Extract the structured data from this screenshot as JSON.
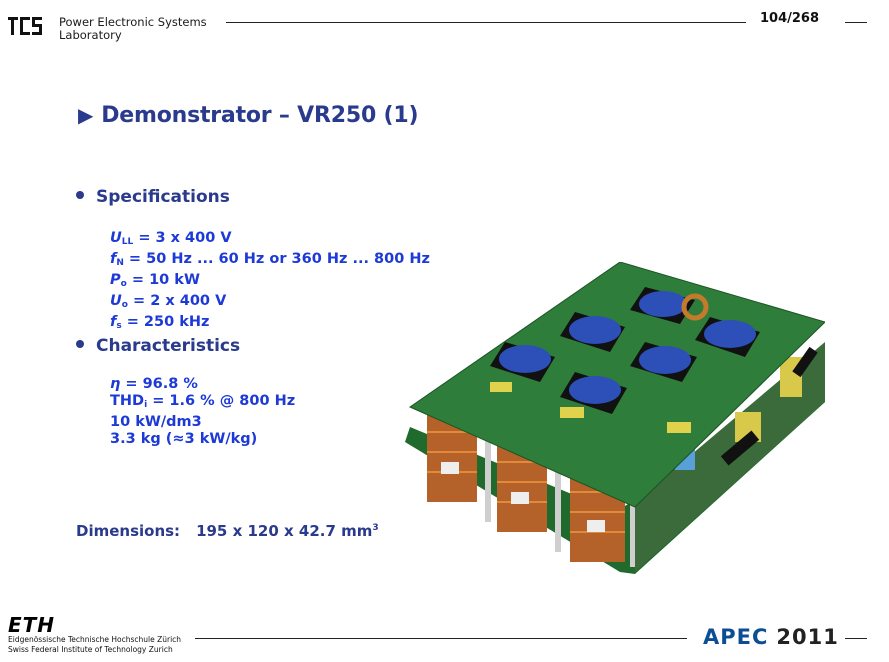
{
  "header": {
    "lab_line1": "Power Electronic Systems",
    "lab_line2": "Laboratory",
    "page_number": "104/268"
  },
  "title": "Demonstrator – VR250 (1)",
  "specifications": {
    "heading": "Specifications",
    "items": [
      {
        "sym": "U",
        "sub": "LL",
        "text": " = 3 x 400 V"
      },
      {
        "sym": "f",
        "sub": "N",
        "text": " =  50 Hz ... 60 Hz or 360 Hz ... 800 Hz"
      },
      {
        "sym": "P",
        "sub": "o",
        "text": " = 10 kW"
      },
      {
        "sym": "U",
        "sub": "o",
        "text": " = 2 x 400 V"
      },
      {
        "sym": "f",
        "sub": "s",
        "text": " = 250 kHz"
      }
    ]
  },
  "characteristics": {
    "heading": "Characteristics",
    "items": [
      {
        "sym": "η",
        "sub": "",
        "text": " = 96.8 %"
      },
      {
        "sym": "THD",
        "sub": "i",
        "text": " = 1.6 % @ 800 Hz",
        "upright": true
      },
      {
        "sym": "",
        "sub": "",
        "text": "10 kW/dm3"
      },
      {
        "sym": "",
        "sub": "",
        "text": "3.3 kg (≈3 kW/kg)"
      }
    ]
  },
  "dimensions": {
    "label": "Dimensions:",
    "value": "195 x 120 x 42.7 mm",
    "unit_exp": "3"
  },
  "footer": {
    "eth_logo": "ETH",
    "eth_line1": "Eidgenössische Technische Hochschule Zürich",
    "eth_line2": "Swiss Federal Institute of Technology Zurich",
    "conference": "APEC",
    "year": "2011"
  },
  "colors": {
    "title_blue": "#2a3a8c",
    "list_blue": "#1d3ad6",
    "apec_blue": "#0b4e94",
    "pcb_green": "#2f7d3a"
  },
  "image": {
    "description_icon": "pcb-photo"
  }
}
